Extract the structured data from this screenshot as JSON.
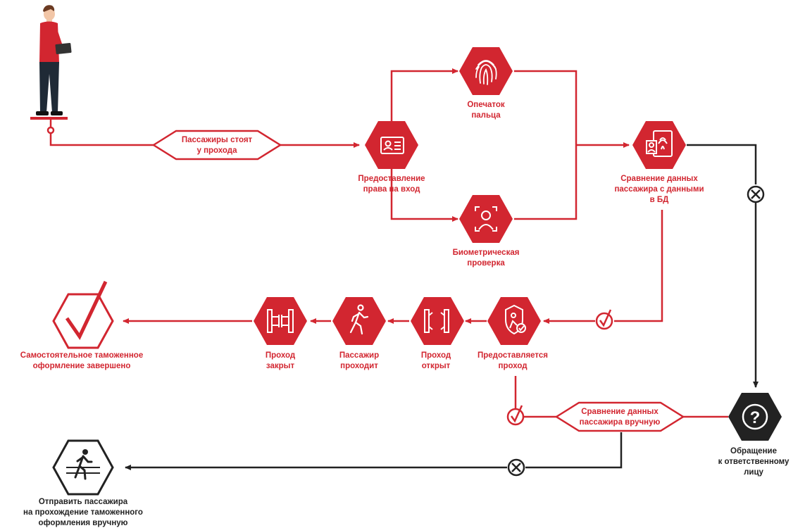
{
  "colors": {
    "accent": "#d22630",
    "dark": "#222222",
    "white": "#ffffff"
  },
  "nodes": {
    "queue": {
      "line1": "Пассажиры стоят",
      "line2": "у прохода"
    },
    "access": {
      "line1": "Предоставление",
      "line2": "права на вход",
      "icon": "id-card-icon"
    },
    "finger": {
      "line1": "Опечаток",
      "line2": "пальца",
      "icon": "fingerprint-icon"
    },
    "face": {
      "line1": "Биометрическая",
      "line2": "проверка",
      "icon": "face-scan-icon"
    },
    "compare": {
      "line1": "Сравнение данных",
      "line2": "пассажира с данными",
      "line3": "в БД",
      "icon": "device-fingerprint-icon"
    },
    "granted": {
      "line1": "Предоставляется",
      "line2": "проход",
      "icon": "shield-person-icon"
    },
    "open": {
      "line1": "Проход",
      "line2": "открыт",
      "icon": "gate-open-icon"
    },
    "walks": {
      "line1": "Пассажир",
      "line2": "проходит",
      "icon": "walking-person-icon"
    },
    "closed": {
      "line1": "Проход",
      "line2": "закрыт",
      "icon": "gate-closed-icon"
    },
    "done": {
      "line1": "Самостоятельное таможенное",
      "line2": "оформление завершено",
      "icon": "checkmark-icon"
    },
    "manual": {
      "line1": "Сравнение данных",
      "line2": "пассажира вручную"
    },
    "officer": {
      "line1": "Обращение",
      "line2": "к ответственному",
      "line3": "лицу",
      "icon": "question-icon"
    },
    "send": {
      "line1": "Отправить пассажира",
      "line2": "на прохождение таможенного",
      "line3": "оформления вручную",
      "icon": "pedestrian-crossing-icon"
    }
  }
}
